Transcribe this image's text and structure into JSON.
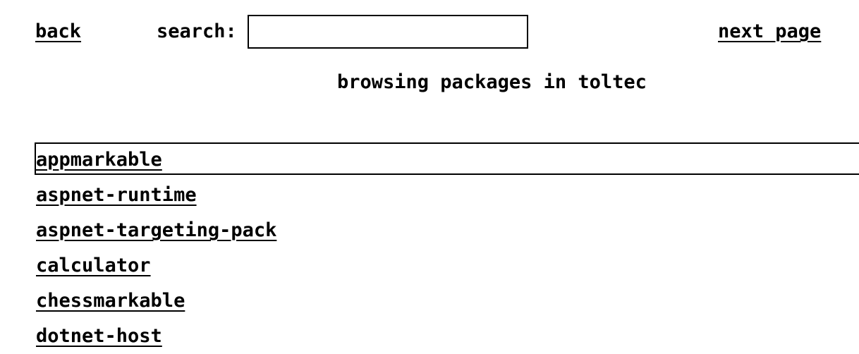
{
  "colors": {
    "background": "#ffffff",
    "foreground": "#000000"
  },
  "toolbar": {
    "back_label": "back",
    "search_label": "search:",
    "search_value": "",
    "next_page_label": "next page"
  },
  "heading": "browsing packages in toltec",
  "packages": {
    "focused_index": 0,
    "items": [
      "appmarkable",
      "aspnet-runtime",
      "aspnet-targeting-pack",
      "calculator",
      "chessmarkable",
      "dotnet-host"
    ]
  }
}
